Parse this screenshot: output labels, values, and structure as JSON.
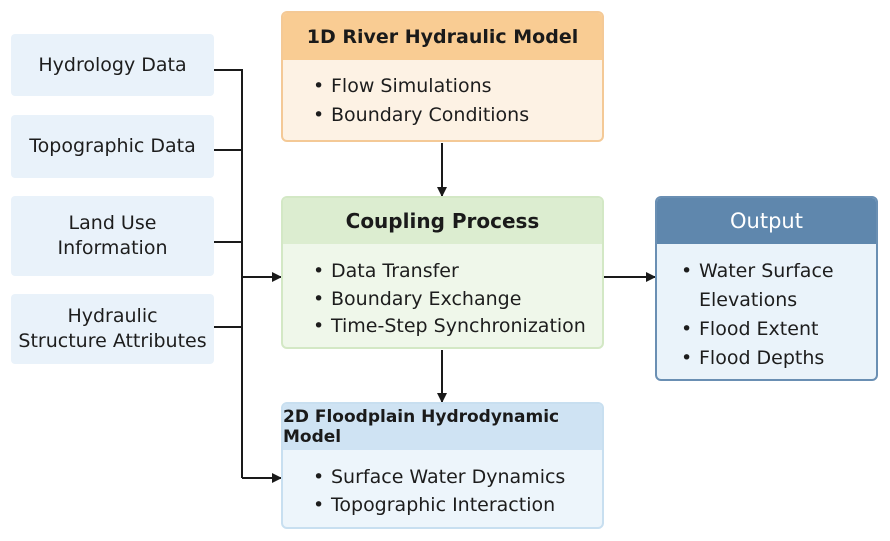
{
  "inputs": [
    {
      "label": "Hydrology Data"
    },
    {
      "label": "Topographic Data"
    },
    {
      "label": "Land Use\nInformation"
    },
    {
      "label": "Hydraulic\nStructure Attributes"
    }
  ],
  "hydraulic_model": {
    "title": "1D River Hydraulic Model",
    "items": [
      "Flow Simulations",
      "Boundary Conditions"
    ]
  },
  "coupling": {
    "title": "Coupling Process",
    "items": [
      "Data Transfer",
      "Boundary Exchange",
      "Time-Step Synchronization"
    ]
  },
  "floodplain_model": {
    "title": "2D Floodplain Hydrodynamic Model",
    "items": [
      "Surface Water Dynamics",
      "Topographic Interaction"
    ]
  },
  "output": {
    "title": "Output",
    "items": [
      "Water Surface\nElevations",
      "Flood Extent",
      "Flood Depths"
    ]
  },
  "colors": {
    "input_fill": "#e9f2fa",
    "hydraulic_header": "#f9cc93",
    "coupling_header": "#dcedd0",
    "floodplain_header": "#cfe3f3",
    "output_header": "#5f87ad",
    "connector": "#1a1a1a"
  }
}
